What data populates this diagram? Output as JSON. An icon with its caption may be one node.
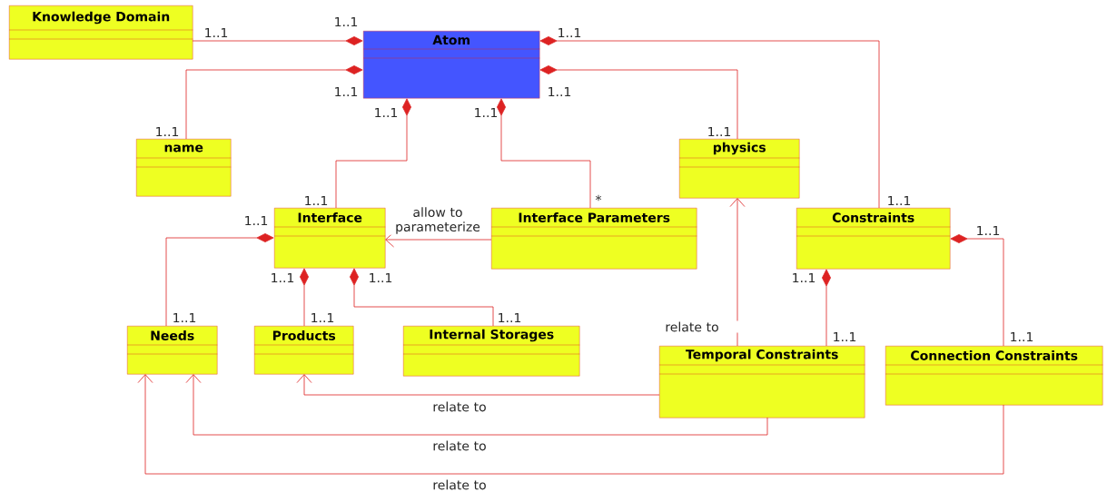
{
  "diagram": {
    "nodes": [
      {
        "text": [
          "Knowledge Domain"
        ]
      },
      {
        "text": [
          "Atom"
        ]
      },
      {
        "text": [
          "name"
        ]
      },
      {
        "text": [
          "physics"
        ]
      },
      {
        "text": [
          "Interface"
        ]
      },
      {
        "text": [
          "Interface Parameters"
        ]
      },
      {
        "text": [
          "Constraints"
        ]
      },
      {
        "text": [
          "Needs"
        ]
      },
      {
        "text": [
          "Products"
        ]
      },
      {
        "text": [
          "Internal Storages"
        ]
      },
      {
        "text": [
          "Temporal Constraints"
        ]
      },
      {
        "text": [
          "Connection Constraints"
        ]
      }
    ],
    "edges": [
      {
        "from": 0,
        "to": 1,
        "arrow": "other"
      },
      {
        "from": 2,
        "to": 1,
        "arrow": "other"
      },
      {
        "from": 3,
        "to": 1,
        "arrow": "other"
      },
      {
        "from": 6,
        "to": 1,
        "arrow": "other"
      },
      {
        "from": 4,
        "to": 1,
        "arrow": "other"
      },
      {
        "from": 5,
        "to": 1,
        "arrow": "other"
      },
      {
        "from": 5,
        "to": 4,
        "arrow": "to",
        "label": "allow to parameterize"
      },
      {
        "from": 7,
        "to": 4,
        "arrow": "other"
      },
      {
        "from": 8,
        "to": 4,
        "arrow": "other"
      },
      {
        "from": 9,
        "to": 4,
        "arrow": "other"
      },
      {
        "from": 10,
        "to": 3,
        "arrow": "to",
        "label": "relate to"
      },
      {
        "from": 10,
        "to": 6,
        "arrow": "other"
      },
      {
        "from": 11,
        "to": 6,
        "arrow": "other"
      },
      {
        "from": 10,
        "to": 8,
        "arrow": "to",
        "label": "relate to"
      },
      {
        "from": 10,
        "to": 7,
        "arrow": "to",
        "label": "relate to"
      },
      {
        "from": 11,
        "to": 7,
        "arrow": "to",
        "label": "relate to"
      }
    ],
    "labels": [
      "1..1",
      "1..1",
      "1..1",
      "1..1",
      "1..1",
      "1..1",
      "1..1",
      "1..1",
      "1..1",
      "1..1",
      "*",
      "1..1",
      "1..1",
      "1..1",
      "1..1",
      "1..1",
      "1..1",
      "1..1",
      "1..1",
      "1..1",
      "1..1",
      "1..1"
    ]
  }
}
